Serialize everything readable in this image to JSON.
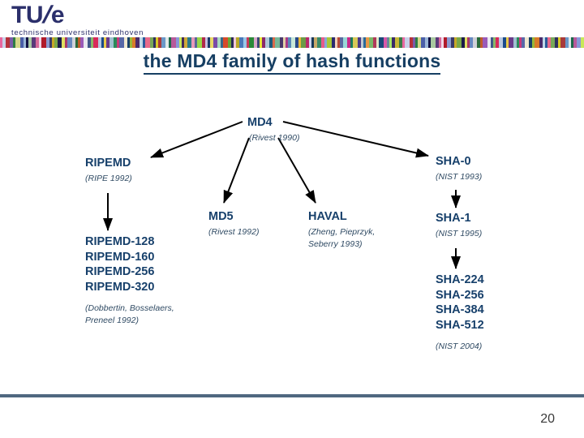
{
  "logo": {
    "left": "TU",
    "slash": "/",
    "right": "e",
    "tagline": "technische universiteit eindhoven",
    "color": "#2b2f6b"
  },
  "stripe_bar": {
    "colors": [
      "#e8679f",
      "#c8d0e8",
      "#b5313a",
      "#7a5ba8",
      "#2f7d46",
      "#d4d68a",
      "#4a5ea8",
      "#9bb7d8",
      "#111144",
      "#a8c8a0",
      "#5a3a7a",
      "#d86a9a",
      "#f0d8e8",
      "#b01a2a",
      "#8a9ad0",
      "#3a3a68",
      "#c8a828",
      "#7aa848",
      "#1a1a4a",
      "#e0e060",
      "#a83a6a",
      "#6888c0",
      "#d0d0d8",
      "#2a6a3a",
      "#c05a2a",
      "#9a5ab8",
      "#e8e8f0",
      "#405888",
      "#88b868",
      "#d82a5a",
      "#b8c8e0",
      "#1a4a8a",
      "#e8c848",
      "#6a3a8a",
      "#a0c0d0",
      "#2a8a5a",
      "#c83a7a",
      "#5868a8",
      "#f0e8d0",
      "#184068",
      "#98b838",
      "#d87a2a",
      "#4a2a6a",
      "#c0d8e8",
      "#2a5a9a",
      "#e86a8a",
      "#78a858",
      "#303060",
      "#d8c828",
      "#a83a3a",
      "#6a98c8",
      "#e0e8e8",
      "#1a6a4a",
      "#b85a9a",
      "#8898d8",
      "#c8e858",
      "#402a5a",
      "#d0a838",
      "#2a7a8a",
      "#e898b8",
      "#586898",
      "#98d848",
      "#b02a4a",
      "#c8c0e0",
      "#1a3a6a",
      "#e8d868",
      "#7a4aa8",
      "#a8d8c0",
      "#38688a",
      "#d84a2a",
      "#68a838",
      "#2a2a58",
      "#f0c8d8",
      "#b8a828",
      "#4a78b8",
      "#98c8e8",
      "#c83a5a",
      "#2a8a38",
      "#d8a8c8",
      "#3a4878",
      "#e8e838",
      "#8a2a6a",
      "#b0c8d8",
      "#1a5a7a",
      "#d86a4a",
      "#78b898",
      "#48386a",
      "#e0d0a8",
      "#a83a8a",
      "#5888b8",
      "#c8e8d8",
      "#2a4a8a",
      "#e8b838",
      "#6a9a48",
      "#b82a6a",
      "#d0d8f0",
      "#183858",
      "#c8a868",
      "#3a8a68",
      "#e85a8a",
      "#88a8d8",
      "#a8c838",
      "#2a2a70",
      "#f0d0b8",
      "#b84a3a",
      "#5a68a0",
      "#98d8d8",
      "#c82a8a",
      "#1a7a5a",
      "#d8c858",
      "#4a3a88",
      "#c0c8d0",
      "#2a6a9a",
      "#e89848",
      "#7ab868",
      "#b03a5a",
      "#e0e8c8",
      "#1a4878",
      "#d858a8",
      "#68889a",
      "#a8e868",
      "#382a68",
      "#c8b838",
      "#3a7a48"
    ]
  },
  "title": "the MD4 family of hash functions",
  "diagram": {
    "nodes": [
      {
        "id": "md4",
        "title": "MD4",
        "cite": "(Rivest 1990)"
      },
      {
        "id": "ripemd",
        "title": "RIPEMD",
        "cite": "(RIPE 1992)"
      },
      {
        "id": "sha0",
        "title": "SHA-0",
        "cite": "(NIST 1993)"
      },
      {
        "id": "md5",
        "title": "MD5",
        "cite": "(Rivest 1992)"
      },
      {
        "id": "haval",
        "title": "HAVAL",
        "cite_line1": "(Zheng, Pieprzyk,",
        "cite_line2": "Seberry 1993)"
      },
      {
        "id": "sha1",
        "title": "SHA-1",
        "cite": "(NIST 1995)"
      },
      {
        "id": "ripemd_variants",
        "titles": [
          "RIPEMD-128",
          "RIPEMD-160",
          "RIPEMD-256",
          "RIPEMD-320"
        ],
        "cite_line1": "(Dobbertin, Bosselaers,",
        "cite_line2": "Preneel 1992)"
      },
      {
        "id": "sha2_variants",
        "titles": [
          "SHA-224",
          "SHA-256",
          "SHA-384",
          "SHA-512"
        ],
        "cite": "(NIST 2004)"
      }
    ],
    "edges": [
      {
        "from": "md4",
        "to": "ripemd"
      },
      {
        "from": "md4",
        "to": "md5"
      },
      {
        "from": "md4",
        "to": "haval"
      },
      {
        "from": "md4",
        "to": "sha0"
      },
      {
        "from": "ripemd",
        "to": "ripemd_variants"
      },
      {
        "from": "sha0",
        "to": "sha1"
      },
      {
        "from": "sha1",
        "to": "sha2_variants"
      }
    ],
    "arrow_color": "#000000",
    "heading_color": "#17406b"
  },
  "footer": {
    "rule_color": "#4f6880",
    "page_number": "20"
  }
}
